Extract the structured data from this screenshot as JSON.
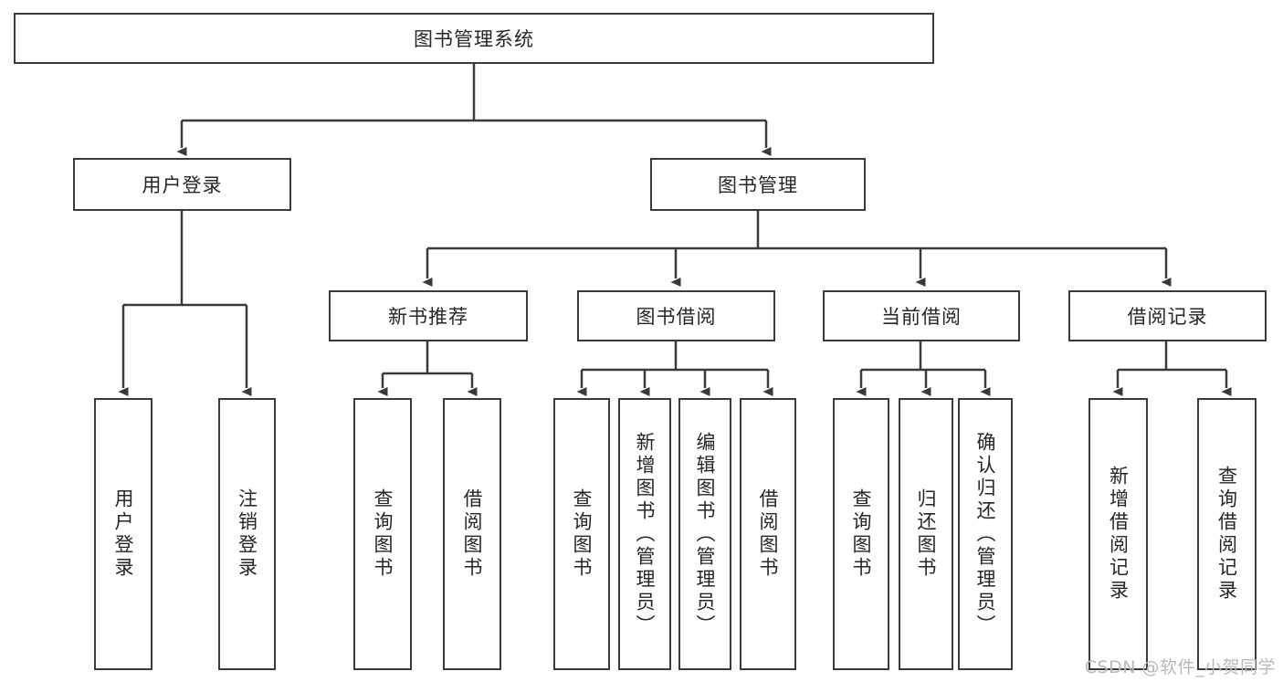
{
  "diagram": {
    "title": "图书管理系统",
    "type": "tree-hierarchy-diagram",
    "colors": {
      "box_border": "#3a3a3a",
      "box_fill": "#ffffff",
      "connector": "#3a3a3a",
      "text": "#262626",
      "watermark": "#b9b9b9"
    },
    "root": {
      "label": "图书管理系统"
    },
    "level2": [
      {
        "label": "用户登录"
      },
      {
        "label": "图书管理"
      }
    ],
    "level3": [
      {
        "label": "新书推荐"
      },
      {
        "label": "图书借阅"
      },
      {
        "label": "当前借阅"
      },
      {
        "label": "借阅记录"
      }
    ],
    "leaves": {
      "user_login": [
        {
          "label": "用户登录"
        },
        {
          "label": "注销登录"
        }
      ],
      "new_book_recommend": [
        {
          "label": "查询图书"
        },
        {
          "label": "借阅图书"
        }
      ],
      "book_borrow": [
        {
          "label": "查询图书"
        },
        {
          "label": "新增图书（管理员）"
        },
        {
          "label": "编辑图书（管理员）"
        },
        {
          "label": "借阅图书"
        }
      ],
      "current_borrow": [
        {
          "label": "查询图书"
        },
        {
          "label": "归还图书"
        },
        {
          "label": "确认归还（管理员）"
        }
      ],
      "borrow_record": [
        {
          "label": "新增借阅记录"
        },
        {
          "label": "查询借阅记录"
        }
      ]
    }
  },
  "watermark": {
    "text": "CSDN @软件_小贺同学"
  }
}
